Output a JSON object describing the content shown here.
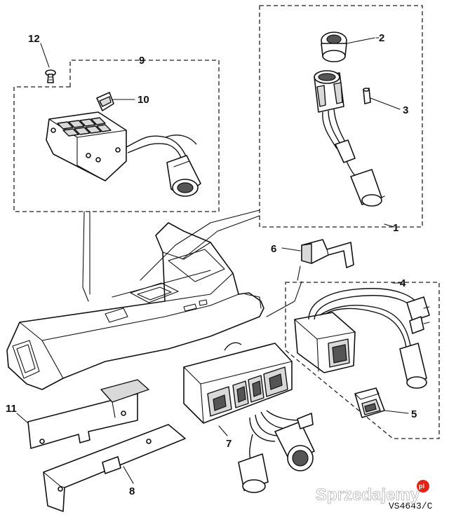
{
  "diagram": {
    "callouts": [
      {
        "id": "callout-1",
        "label": "1"
      },
      {
        "id": "callout-2",
        "label": "2"
      },
      {
        "id": "callout-3",
        "label": "3"
      },
      {
        "id": "callout-4",
        "label": "4"
      },
      {
        "id": "callout-5",
        "label": "5"
      },
      {
        "id": "callout-6",
        "label": "6"
      },
      {
        "id": "callout-7",
        "label": "7"
      },
      {
        "id": "callout-8",
        "label": "8"
      },
      {
        "id": "callout-9",
        "label": "9"
      },
      {
        "id": "callout-10",
        "label": "10"
      },
      {
        "id": "callout-11",
        "label": "11"
      },
      {
        "id": "callout-12",
        "label": "12"
      }
    ],
    "reference_code": "VS4643/C"
  },
  "watermark": {
    "text": "Sprzedajemy",
    "badge": "pl"
  },
  "colors": {
    "line": "#111111",
    "shading": "#d9d9d9",
    "watermark_badge": "#e2231a"
  }
}
